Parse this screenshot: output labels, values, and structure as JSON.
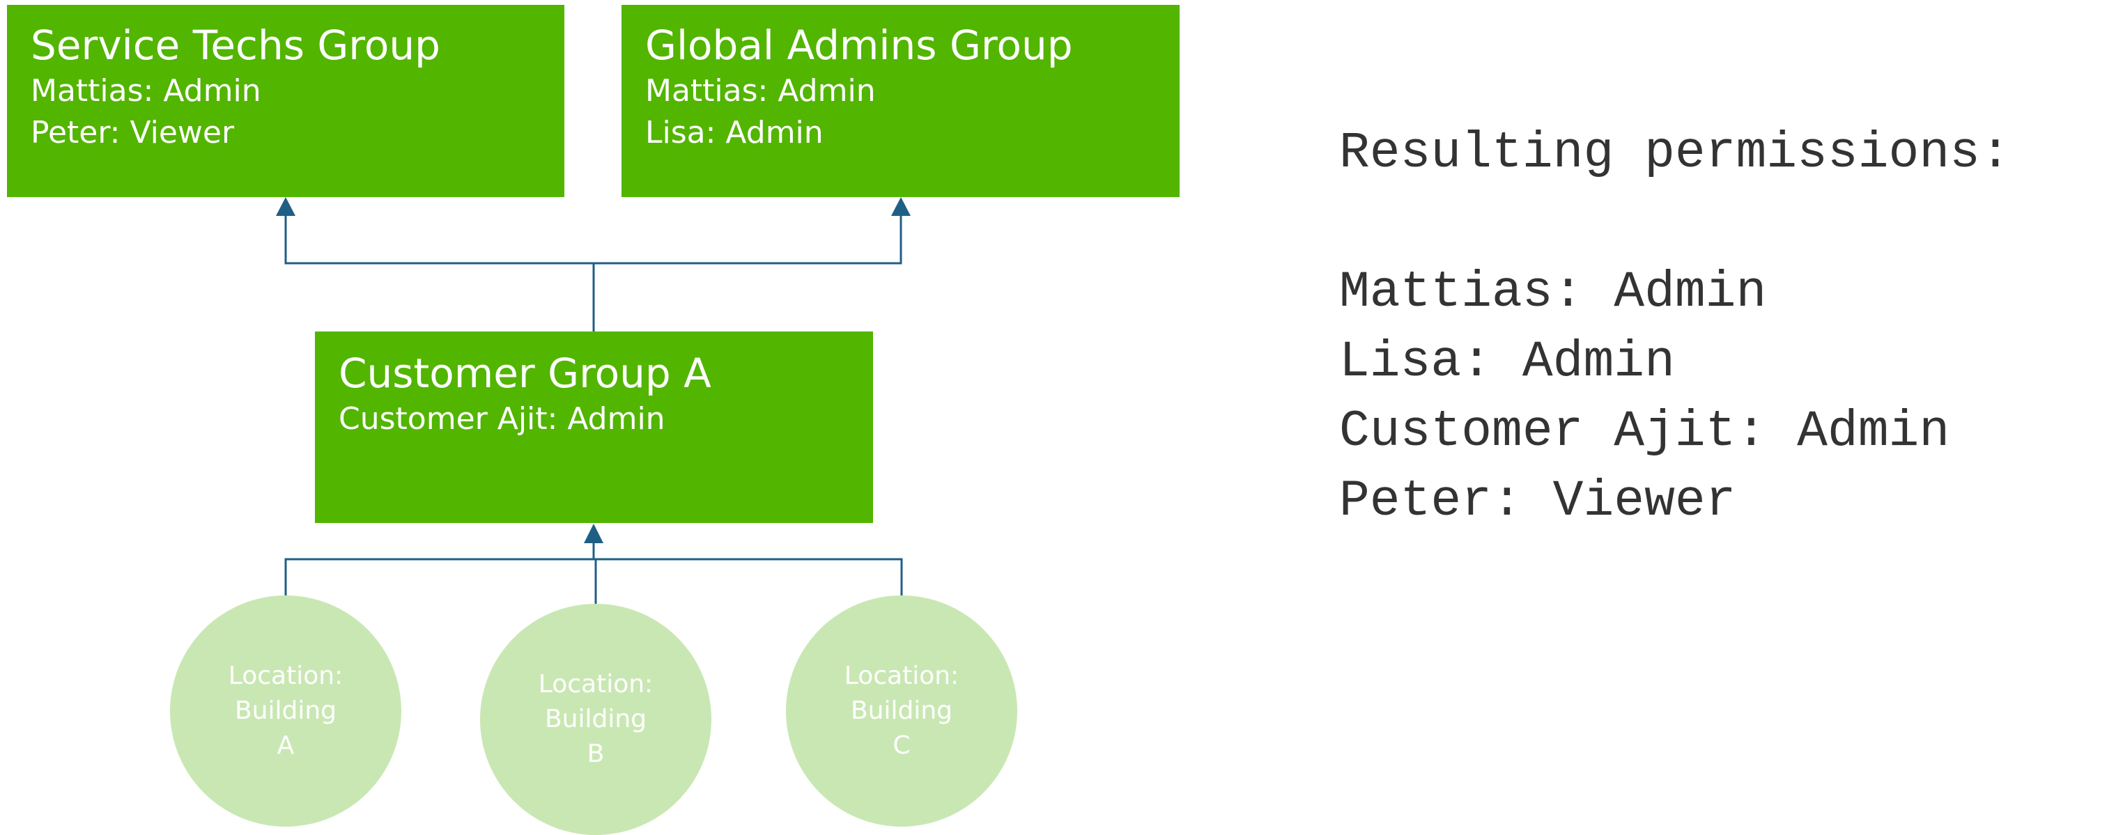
{
  "groups": {
    "service_techs": {
      "title": "Service Techs Group",
      "members": [
        "Mattias: Admin",
        "Peter: Viewer"
      ]
    },
    "global_admins": {
      "title": "Global Admins Group",
      "members": [
        "Mattias: Admin",
        "Lisa: Admin"
      ]
    },
    "customer_a": {
      "title": "Customer Group A",
      "members": [
        "Customer Ajit: Admin"
      ]
    }
  },
  "locations": [
    {
      "lines": [
        "Location:",
        "Building",
        "A"
      ]
    },
    {
      "lines": [
        "Location:",
        "Building",
        "B"
      ]
    },
    {
      "lines": [
        "Location:",
        "Building",
        "C"
      ]
    }
  ],
  "permissions": {
    "heading": "Resulting permissions:",
    "lines": [
      "Mattias: Admin",
      "Lisa: Admin",
      "Customer Ajit: Admin",
      "Peter: Viewer"
    ]
  },
  "colors": {
    "group_fill": "#52b500",
    "location_fill": "#c9e7b3",
    "connector": "#1f5f86",
    "text_dark": "#333333"
  }
}
